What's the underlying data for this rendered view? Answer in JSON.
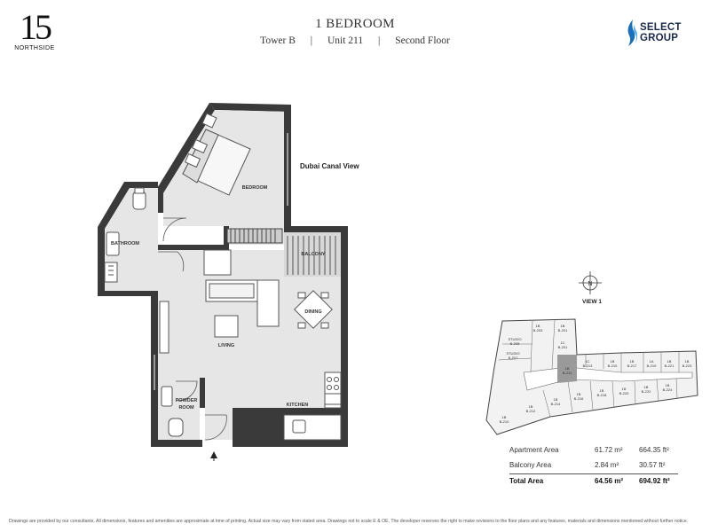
{
  "brand": {
    "logo_number": "15",
    "logo_text": "NORTHSIDE",
    "developer_line1": "SELECT",
    "developer_line2": "GROUP"
  },
  "header": {
    "title": "1 BEDROOM",
    "tower": "Tower B",
    "unit": "Unit 211",
    "floor": "Second Floor",
    "separator": "|"
  },
  "plan": {
    "rooms": {
      "bedroom": "BEDROOM",
      "bathroom": "BATHROOM",
      "balcony": "BALCONY",
      "dining": "DINING",
      "living": "LIVING",
      "kitchen": "KITCHEN",
      "powder_line1": "POWDER",
      "powder_line2": "ROOM"
    },
    "view_label": "Dubai Canal View"
  },
  "keyplan": {
    "compass_letter": "N",
    "view_label": "VIEW 1",
    "units": [
      {
        "type": "1B",
        "num": "B-203"
      },
      {
        "type": "1B",
        "num": "B-201"
      },
      {
        "type": "1C",
        "num": "B-201"
      },
      {
        "type": "STUDIO",
        "num": "B-205"
      },
      {
        "type": "STUDIO",
        "num": "B-207"
      },
      {
        "type": "1B",
        "num": "B-211"
      },
      {
        "type": "1C",
        "num": "B-213"
      },
      {
        "type": "1B",
        "num": "B-215"
      },
      {
        "type": "1B",
        "num": "B-217"
      },
      {
        "type": "1A",
        "num": "B-219"
      },
      {
        "type": "1B",
        "num": "B-221"
      },
      {
        "type": "1B",
        "num": "B-223"
      },
      {
        "type": "1B",
        "num": "B-210"
      },
      {
        "type": "1B",
        "num": "B-212"
      },
      {
        "type": "1B",
        "num": "B-214"
      },
      {
        "type": "1B",
        "num": "B-216"
      },
      {
        "type": "1B",
        "num": "B-218"
      },
      {
        "type": "1B",
        "num": "B-220"
      },
      {
        "type": "1B",
        "num": "B-222"
      },
      {
        "type": "1B",
        "num": "B-224"
      }
    ]
  },
  "areas": {
    "rows": [
      {
        "label": "Apartment Area",
        "sqm": "61.72 m²",
        "sqft": "664.35 ft²"
      },
      {
        "label": "Balcony Area",
        "sqm": "2.84 m²",
        "sqft": "30.57 ft²"
      }
    ],
    "total": {
      "label": "Total Area",
      "sqm": "64.56 m²",
      "sqft": "694.92 ft²"
    }
  },
  "disclaimer": "Drawings are provided by our consultants. All dimensions, features and amenities are approximate at time of printing. Actual size may vary from stated area. Drawings not to scale E & OE. The developer reserves the right to make revisions to the floor plans and any features, materials and dimensions mentioned without further notice."
}
